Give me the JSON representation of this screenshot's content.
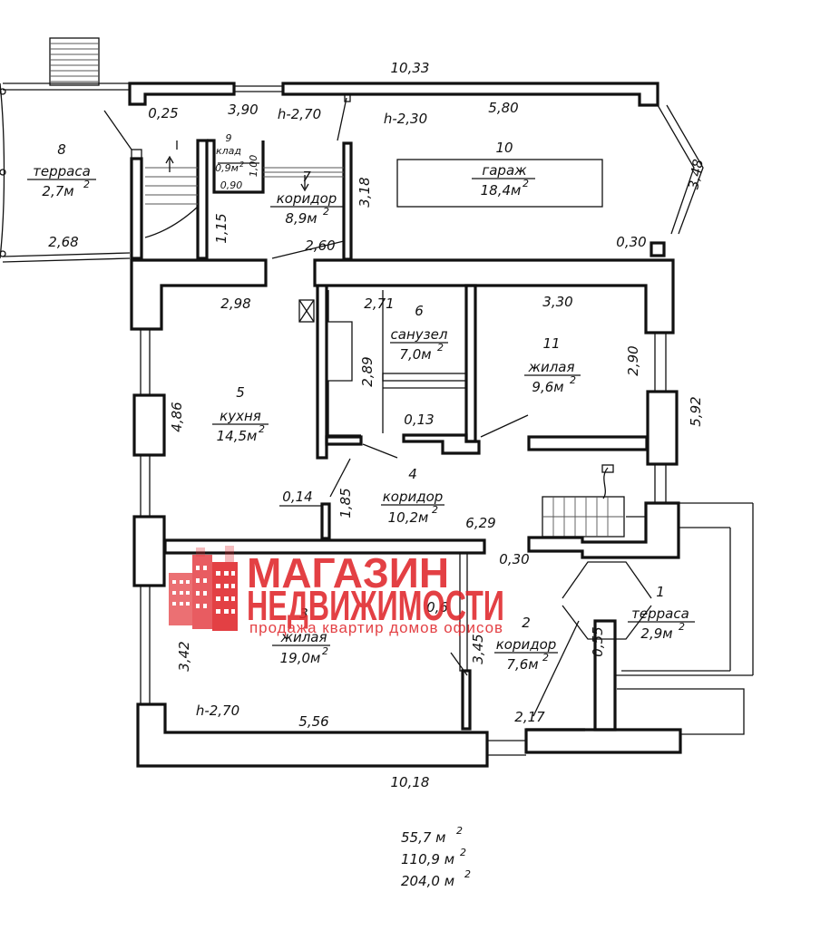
{
  "rooms": {
    "r1": {
      "num": "1",
      "name": "терраса",
      "area": "2,9м"
    },
    "r2": {
      "num": "2",
      "name": "коридор",
      "area": "7,6м"
    },
    "r3": {
      "num": "3",
      "name": "жилая",
      "area": "19,0м"
    },
    "r4": {
      "num": "4",
      "name": "коридор",
      "area": "10,2м"
    },
    "r5": {
      "num": "5",
      "name": "кухня",
      "area": "14,5м"
    },
    "r6": {
      "num": "6",
      "name": "санузел",
      "area": "7,0м"
    },
    "r7": {
      "num": "7",
      "name": "коридор",
      "area": "8,9м"
    },
    "r8": {
      "num": "8",
      "name": "терраса",
      "area": "2,7м"
    },
    "r9": {
      "num": "9",
      "name": "клад",
      "area": "0,9м"
    },
    "r10": {
      "num": "10",
      "name": "гараж",
      "area": "18,4м"
    },
    "r11": {
      "num": "11",
      "name": "жилая",
      "area": "9,6м"
    }
  },
  "squared": "2",
  "dims": {
    "d1033": "10,33",
    "d390": "3,90",
    "d025": "0,25",
    "h270a": "h-2,70",
    "h230": "h-2,30",
    "d580": "5,80",
    "d348": "3,48",
    "d100": "1,00",
    "d090": "0,90",
    "d318": "3,18",
    "d115": "1,15",
    "d268": "2,68",
    "d260": "2,60",
    "d030a": "0,30",
    "d298": "2,98",
    "d271": "2,71",
    "d330": "3,30",
    "d289": "2,89",
    "d290": "2,90",
    "d486": "4,86",
    "d592": "5,92",
    "d013": "0,13",
    "d014": "0,14",
    "d185": "1,85",
    "d629": "6,29",
    "d030b": "0,30",
    "d342": "3,42",
    "d345": "3,45",
    "d055": "0,55",
    "d006": "0,6",
    "h270b": "h-2,70",
    "d556": "5,56",
    "d217": "2,17",
    "d1018": "10,18"
  },
  "totals": {
    "t1": "55,7 м",
    "t2": "110,9 м",
    "t3": "204,0 м"
  },
  "brand": {
    "line1": "МАГАЗИН",
    "line2": "НЕДВИЖИМОСТИ",
    "tagline": "продажа квартир домов офисов",
    "color": "#e0262b"
  }
}
